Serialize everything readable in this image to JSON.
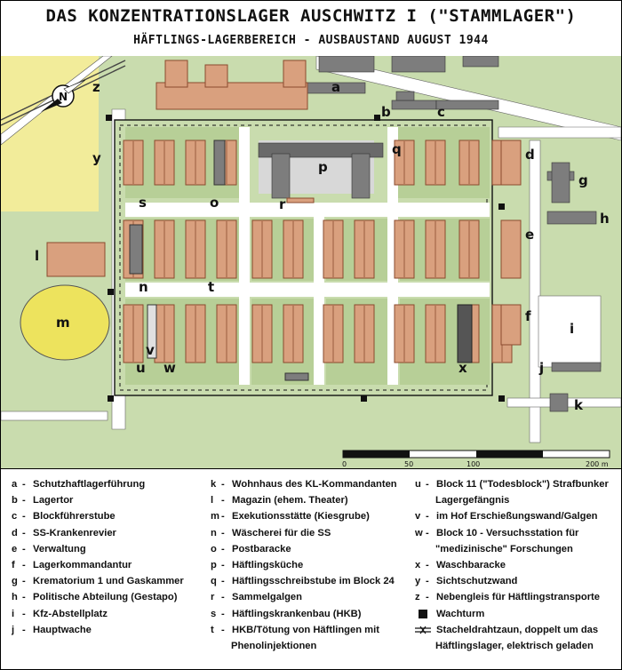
{
  "title": "DAS KONZENTRATIONSLAGER AUSCHWITZ I (\"STAMMLAGER\")",
  "subtitle": "HÄFTLINGS-LAGERBEREICH - AUSBAUSTAND AUGUST 1944",
  "compass_letter": "N",
  "scale": {
    "ticks": [
      "0",
      "50",
      "100",
      "200 m"
    ]
  },
  "map_labels": [
    "a",
    "b",
    "c",
    "d",
    "e",
    "f",
    "g",
    "h",
    "i",
    "j",
    "k",
    "l",
    "m",
    "n",
    "o",
    "p",
    "q",
    "r",
    "s",
    "t",
    "u",
    "v",
    "w",
    "x",
    "y",
    "z"
  ],
  "legend": {
    "col1": [
      {
        "key": "a",
        "text": "Schutzhaftlagerführung"
      },
      {
        "key": "b",
        "text": "Lagertor"
      },
      {
        "key": "c",
        "text": "Blockführerstube"
      },
      {
        "key": "d",
        "text": "SS-Krankenrevier"
      },
      {
        "key": "e",
        "text": "Verwaltung"
      },
      {
        "key": "f",
        "text": "Lagerkommandantur"
      },
      {
        "key": "g",
        "text": "Krematorium 1 und Gaskammer"
      },
      {
        "key": "h",
        "text": "Politische Abteilung (Gestapo)"
      },
      {
        "key": "i",
        "text": "Kfz-Abstellplatz"
      },
      {
        "key": "j",
        "text": "Hauptwache"
      }
    ],
    "col2": [
      {
        "key": "k",
        "text": "Wohnhaus des KL-Kommandanten"
      },
      {
        "key": "l",
        "text": "Magazin (ehem. Theater)"
      },
      {
        "key": "m",
        "text": "Exekutionsstätte (Kiesgrube)"
      },
      {
        "key": "n",
        "text": "Wäscherei für die SS"
      },
      {
        "key": "o",
        "text": "Postbaracke"
      },
      {
        "key": "p",
        "text": "Häftlingsküche"
      },
      {
        "key": "q",
        "text": "Häftlingsschreibstube im Block 24"
      },
      {
        "key": "r",
        "text": "Sammelgalgen"
      },
      {
        "key": "s",
        "text": "Häftlingskrankenbau  (HKB)"
      },
      {
        "key": "t",
        "text": "HKB/Tötung von Häftlingen mit",
        "cont": "Phenolinjektionen"
      }
    ],
    "col3": [
      {
        "key": "u",
        "text": "Block 11 (\"Todesblock\") Strafbunker",
        "cont": "Lagergefängnis"
      },
      {
        "key": "v",
        "text": "im Hof Erschießungswand/Galgen"
      },
      {
        "key": "w",
        "text": "Block 10 - Versuchsstation für",
        "cont": "\"medizinische\" Forschungen"
      },
      {
        "key": "x",
        "text": "Waschbaracke"
      },
      {
        "key": "y",
        "text": "Sichtschutzwand"
      },
      {
        "key": "z",
        "text": "Nebengleis für Häftlingstransporte"
      },
      {
        "key": "",
        "text": "Wachturm"
      },
      {
        "key": "",
        "text": "Stacheldrahtzaun, doppelt um das",
        "cont": "Häftlingslager, elektrisch geladen"
      }
    ]
  },
  "colors": {
    "grass": "#c9dcae",
    "road": "#ffffff",
    "barrack": "#d9a07e",
    "roof_line": "#8a4a2e",
    "gray_building": "#7d7d7d",
    "gray_dark": "#555555",
    "field": "#f2ec9a",
    "pit": "#ede35d",
    "rail": "#444444"
  }
}
